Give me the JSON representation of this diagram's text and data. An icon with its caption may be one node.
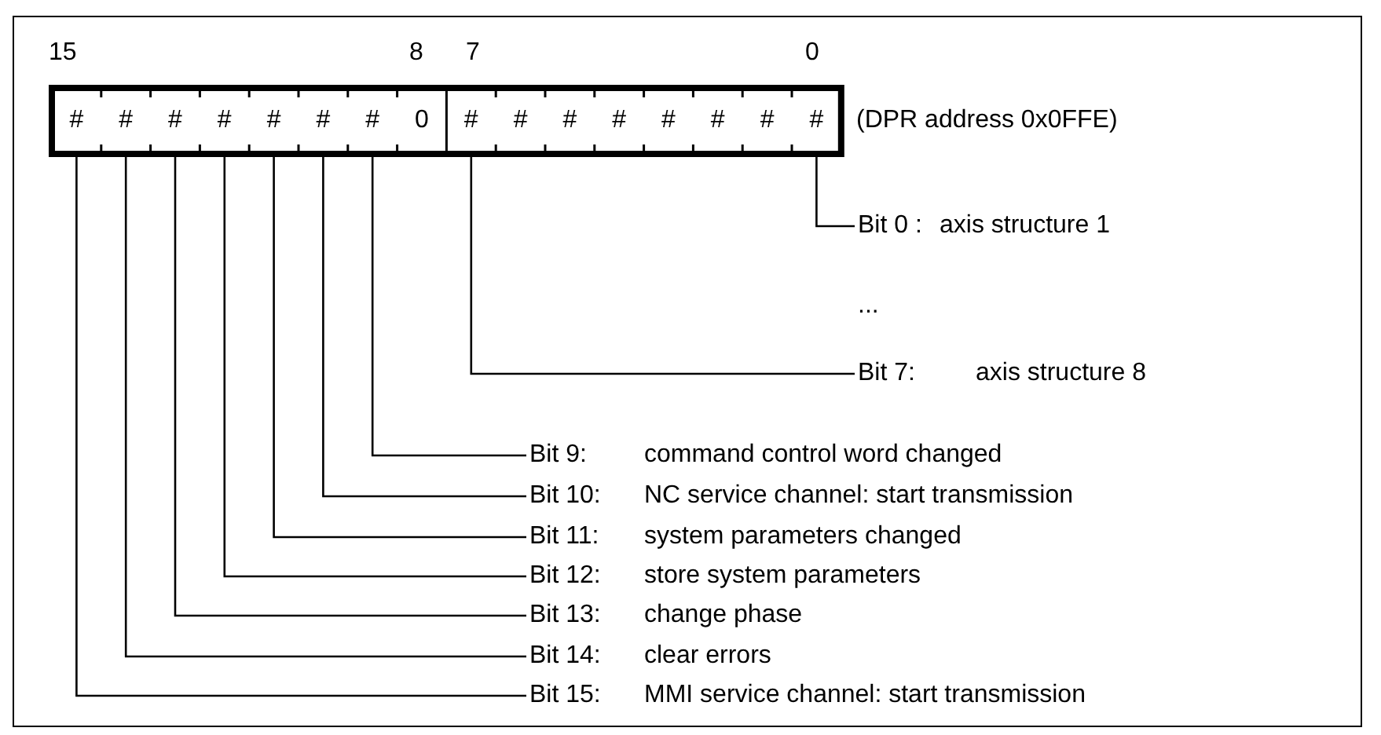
{
  "diagram": {
    "nodes": [
      {
        "text": [
          "#"
        ]
      },
      {
        "text": [
          "#"
        ]
      },
      {
        "text": [
          "#"
        ]
      },
      {
        "text": [
          "#"
        ]
      },
      {
        "text": [
          "#"
        ]
      },
      {
        "text": [
          "#"
        ]
      },
      {
        "text": [
          "#"
        ]
      },
      {
        "text": [
          "0"
        ]
      },
      {
        "text": [
          "#"
        ]
      },
      {
        "text": [
          "#"
        ]
      },
      {
        "text": [
          "#"
        ]
      },
      {
        "text": [
          "#"
        ]
      },
      {
        "text": [
          "#"
        ]
      },
      {
        "text": [
          "#"
        ]
      },
      {
        "text": [
          "#"
        ]
      },
      {
        "text": [
          "#"
        ]
      },
      {
        "text": [
          "Bit 0 :",
          "axis structure 1"
        ]
      },
      {
        "text": [
          "Bit 7:",
          "axis structure 8"
        ]
      },
      {
        "text": [
          "Bit 9:",
          "command control word changed"
        ]
      },
      {
        "text": [
          "Bit 10:",
          "NC service channel: start transmission"
        ]
      },
      {
        "text": [
          "Bit 11:",
          "system parameters changed"
        ]
      },
      {
        "text": [
          "Bit 12:",
          "store system parameters"
        ]
      },
      {
        "text": [
          "Bit 13:",
          "change phase"
        ]
      },
      {
        "text": [
          "Bit 14:",
          "clear errors"
        ]
      },
      {
        "text": [
          "Bit 15:",
          "MMI service channel: start transmission"
        ]
      }
    ],
    "edges": [
      {
        "from": 16,
        "to": 15,
        "arrow": "none"
      },
      {
        "from": 17,
        "to": 8,
        "arrow": "none"
      },
      {
        "from": 18,
        "to": 6,
        "arrow": "none"
      },
      {
        "from": 19,
        "to": 5,
        "arrow": "none"
      },
      {
        "from": 20,
        "to": 4,
        "arrow": "none"
      },
      {
        "from": 21,
        "to": 3,
        "arrow": "none"
      },
      {
        "from": 22,
        "to": 2,
        "arrow": "none"
      },
      {
        "from": 23,
        "to": 1,
        "arrow": "none"
      },
      {
        "from": 24,
        "to": 0,
        "arrow": "none"
      }
    ],
    "labels": [
      "15",
      "8",
      "7",
      "0",
      "(DPR address 0x0FFE)",
      "..."
    ]
  }
}
